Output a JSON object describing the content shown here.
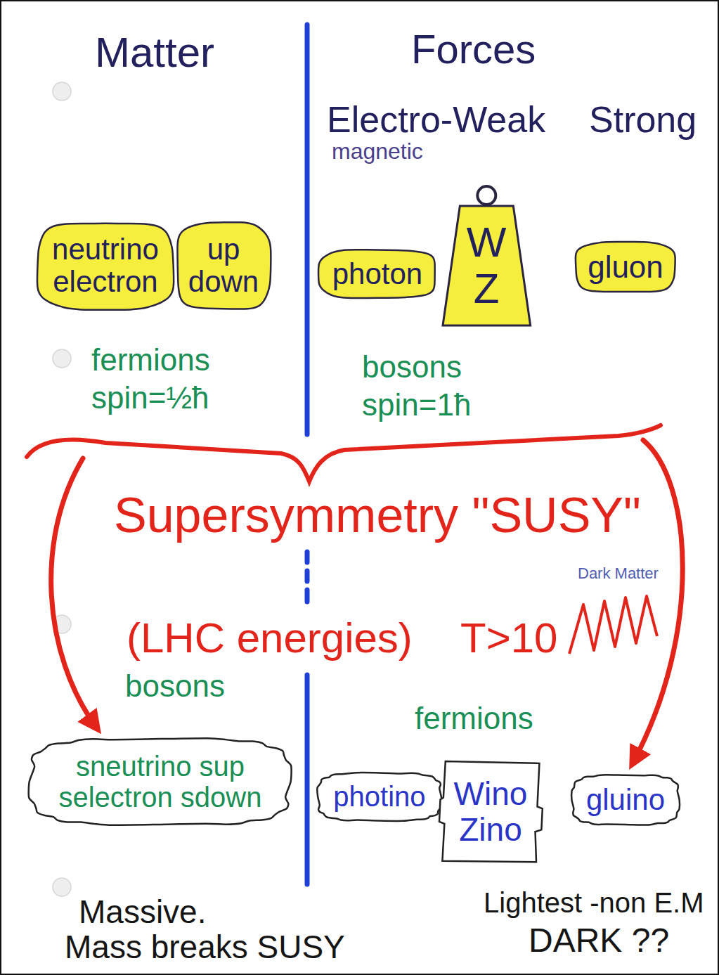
{
  "diagram": {
    "nodes": [
      {
        "text": [
          "neutrino electron"
        ]
      },
      {
        "text": [
          "up down"
        ]
      },
      {
        "text": [
          "photon"
        ]
      },
      {
        "text": [
          "W Z"
        ]
      },
      {
        "text": [
          "gluon"
        ]
      },
      {
        "text": [
          "sneutrino sup selectron sdown"
        ]
      },
      {
        "text": [
          "photino"
        ]
      },
      {
        "text": [
          "Wino Zino"
        ]
      },
      {
        "text": [
          "gluino"
        ]
      }
    ],
    "labels": [
      "Matter",
      "Forces",
      "Electro-Weak",
      "Strong",
      "magnetic",
      "fermions",
      "spin=½ħ",
      "bosons",
      "spin=1ħ",
      "Supersymmetry \"SUSY\"",
      "Dark Matter",
      "(LHC energies)",
      "T>10",
      "bosons",
      "fermions",
      "Massive.",
      "Mass breaks SUSY",
      "Lightest -non E.M",
      "DARK ??"
    ]
  }
}
